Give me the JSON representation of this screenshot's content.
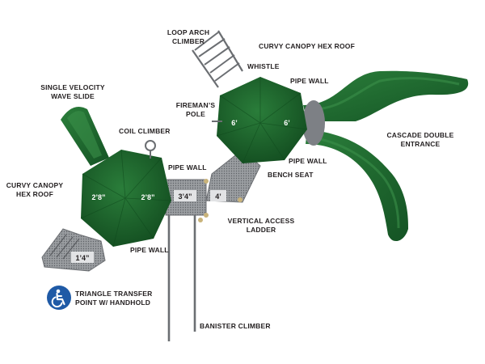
{
  "labels": {
    "loop_arch_climber": [
      "LOOP ARCH",
      "CLIMBER"
    ],
    "curvy_canopy_hex_roof_top": "CURVY CANOPY HEX ROOF",
    "whistle": "WHISTLE",
    "pipe_wall_top": "PIPE WALL",
    "single_velocity_wave_slide": [
      "SINGLE VELOCITY",
      "WAVE SLIDE"
    ],
    "firemans_pole": [
      "FIREMAN’S",
      "POLE"
    ],
    "coil_climber": "COIL CLIMBER",
    "cascade_double_entrance": [
      "CASCADE DOUBLE",
      "ENTRANCE"
    ],
    "pipe_wall_right": "PIPE WALL",
    "pipe_wall_center": "PIPE WALL",
    "bench_seat": "BENCH SEAT",
    "curvy_canopy_hex_roof_left": [
      "CURVY CANOPY",
      "HEX ROOF"
    ],
    "vertical_access_ladder": [
      "VERTICAL ACCESS",
      "LADDER"
    ],
    "pipe_wall_bottom": "PIPE WALL",
    "triangle_transfer_point": [
      "TRIANGLE TRANSFER",
      "POINT W/ HANDHOLD"
    ],
    "banister_climber": "BANISTER CLIMBER"
  },
  "dimensions": {
    "right_deck_left": "6’",
    "right_deck_right": "6’",
    "left_deck_left": "2’8”",
    "left_deck_right": "2’8”",
    "bridge_deck": "3’4”",
    "step_deck": "4’",
    "transfer_deck": "1’4”"
  },
  "icons": {
    "accessibility": "wheelchair-accessibility-icon"
  },
  "colors": {
    "canopy_green": "#1e6b2e",
    "canopy_dark": "#0f4a1c",
    "slide_green": "#1d6a2d",
    "deck_gray": "#8f9296",
    "post_gray": "#6b6e72",
    "ada_blue": "#1f5aa6",
    "text": "#231f20"
  }
}
